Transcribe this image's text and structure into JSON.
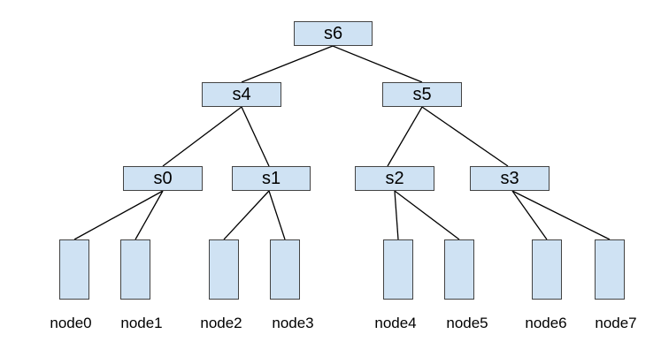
{
  "switches": {
    "s6": "s6",
    "s4": "s4",
    "s5": "s5",
    "s0": "s0",
    "s1": "s1",
    "s2": "s2",
    "s3": "s3"
  },
  "nodes": [
    "node0",
    "node1",
    "node2",
    "node3",
    "node4",
    "node5",
    "node6",
    "node7"
  ],
  "colors": {
    "box_fill": "#cfe2f3",
    "box_border": "#434343",
    "line": "#000000"
  }
}
